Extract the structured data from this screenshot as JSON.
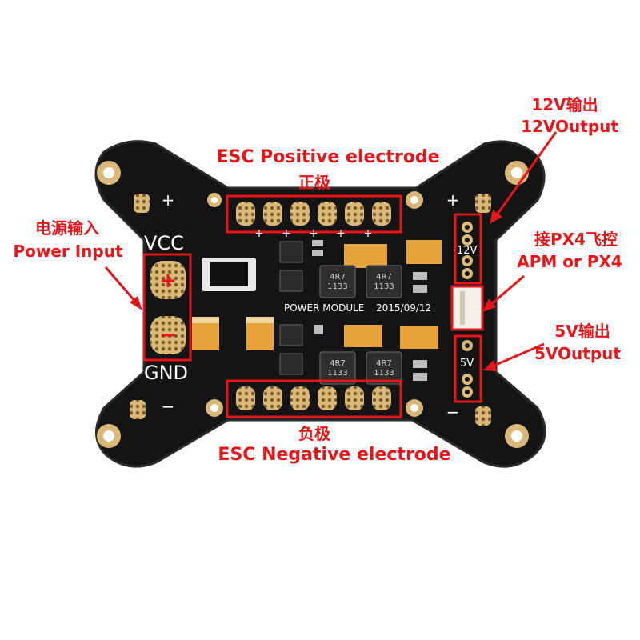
{
  "annotations": {
    "esc_positive": {
      "zh": "正极",
      "en": "ESC Positive electrode"
    },
    "esc_negative": {
      "zh": "负极",
      "en": "ESC Negative electrode"
    },
    "power_input": {
      "zh": "电源输入",
      "en": "Power Input"
    },
    "output_12v": {
      "zh": "12V输出",
      "en": "12VOutput"
    },
    "output_5v": {
      "zh": "5V输出",
      "en": "5VOutput"
    },
    "fc_connector": {
      "zh": "接PX4飞控",
      "en": "APM or PX4"
    }
  },
  "board": {
    "vcc_label": "VCC",
    "gnd_label": "GND",
    "module_name": "POWER MODULE",
    "date_code": "2015/09/12",
    "rail_12v": "12V",
    "rail_5v": "5V",
    "inductor_code_a": "4R7",
    "inductor_code_b": "1133",
    "plus_sign": "+",
    "minus_sign": "−"
  },
  "colors": {
    "board": "#141414",
    "annotation": "#e3161b",
    "pad": "#d9b879",
    "capacitor": "#e8a23c"
  }
}
